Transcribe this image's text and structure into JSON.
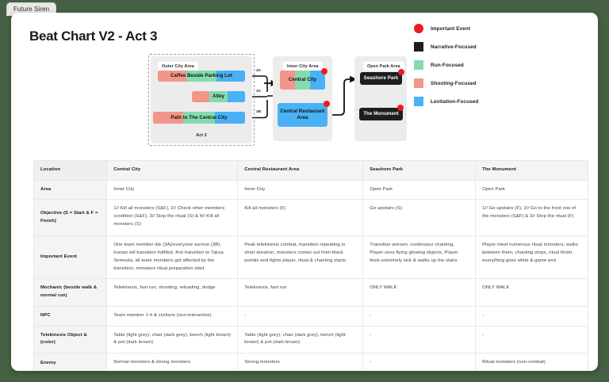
{
  "tab": {
    "label": "Future Siren"
  },
  "page": {
    "title": "Beat Chart V2 - Act 3"
  },
  "diagram": {
    "act_label": "Act 2",
    "groups": [
      {
        "name": "outer",
        "label": "Outer City Area"
      },
      {
        "name": "inner",
        "label": "Inner City Area"
      },
      {
        "name": "park",
        "label": "Open Park Area"
      }
    ],
    "nodes": [
      {
        "id": "caffee",
        "label": "Caffee Beside Parking Lot",
        "segments": [
          "shooting",
          "run",
          "levitation"
        ],
        "event": false
      },
      {
        "id": "alley",
        "label": "Alley",
        "segments": [
          "shooting",
          "run",
          "levitation"
        ],
        "event": false
      },
      {
        "id": "path",
        "label": "Path to The Central City",
        "segments": [
          "shooting",
          "run",
          "levitation"
        ],
        "event": false
      },
      {
        "id": "central",
        "label": "Central City",
        "segments": [
          "shooting",
          "run",
          "levitation"
        ],
        "event": true
      },
      {
        "id": "restaurant",
        "label": "Central Restaurant Area",
        "segments": [
          "levitation"
        ],
        "event": true
      },
      {
        "id": "seashore",
        "label": "Seashore Park",
        "segments": [
          "narrative"
        ],
        "event": true
      },
      {
        "id": "monument",
        "label": "The Monument",
        "segments": [
          "narrative"
        ],
        "event": true
      }
    ],
    "connector_labels": [
      "3A",
      "3A",
      "3B"
    ]
  },
  "legend": {
    "items": [
      {
        "icon": "red-circle",
        "label": "Important Event",
        "color": "#ed1c24"
      },
      {
        "icon": "black-square",
        "label": "Narrative-Focused",
        "color": "#1e1e1e"
      },
      {
        "icon": "green-square",
        "label": "Run-Focused",
        "color": "#84dbae"
      },
      {
        "icon": "salmon-square",
        "label": "Shooting-Focused",
        "color": "#f4958a"
      },
      {
        "icon": "blue-square",
        "label": "Levitation-Focused",
        "color": "#49b1f5"
      }
    ]
  },
  "table": {
    "columns": [
      "Location",
      "Central City",
      "Central Restaurant Area",
      "Seashore Park",
      "The Monument"
    ],
    "rows": [
      {
        "header": "Area",
        "cells": [
          "Inner City",
          "Inner City",
          "Open Park",
          "Open Park"
        ]
      },
      {
        "header": "Objective (S = Start & F = Finish)",
        "cells": [
          "1// Kill all monsters (S&F), 2// Check other members condition (S&F), 3// Stop the ritual (S) & 4// Kill all monsters (S)",
          "Kill all monsters (F)",
          "Go upstairs (S)",
          "1// Go upstairs (F), 2// Go to the front row of the monsters (S&F) & 3// Stop the ritual (F)"
        ]
      },
      {
        "header": "Important Event",
        "cells": [
          "One team member die (3A)/everyone survive (3B). human kill transition fullfiled, first transition to Taksa Semesta, all team members got affected by the transition, monsters ritual preparation start",
          "Peak telekinesis combat, transition repeating in short duration, monsters comes out from black portals and fights player, ritual & chanting starts",
          "Transition worsen, continuous chanting, Player sees flying glowing objects, Player feels extremely sick & walks up the stairs",
          "Player meet numerous ritual monsters, walks between them, chanting stops, ritual finish, everything goes white & game end"
        ]
      },
      {
        "header": "Mechanic (beside walk & normal run)",
        "cells": [
          "Telekinesis, fast run, shooting, reloading, dodge",
          "Telekinesis, fast run",
          "ONLY WALK",
          "ONLY WALK"
        ]
      },
      {
        "header": "NPC",
        "cells": [
          "Team member 1-4 & civilians (non-interactive)",
          "-",
          "-",
          "-"
        ]
      },
      {
        "header": "Telekinesis Object & (color)",
        "cells": [
          "Table (light grey), chair (dark grey), bench (light brown) & pot (dark brown)",
          "Table (light grey), chair (dark grey), bench (light brown) & pot (dark brown)",
          "-",
          "-"
        ]
      },
      {
        "header": "Enemy",
        "cells": [
          "Normal monsters & strong monsters",
          "Strong monsters",
          "-",
          "Ritual monsters (non-combat)"
        ]
      }
    ]
  }
}
